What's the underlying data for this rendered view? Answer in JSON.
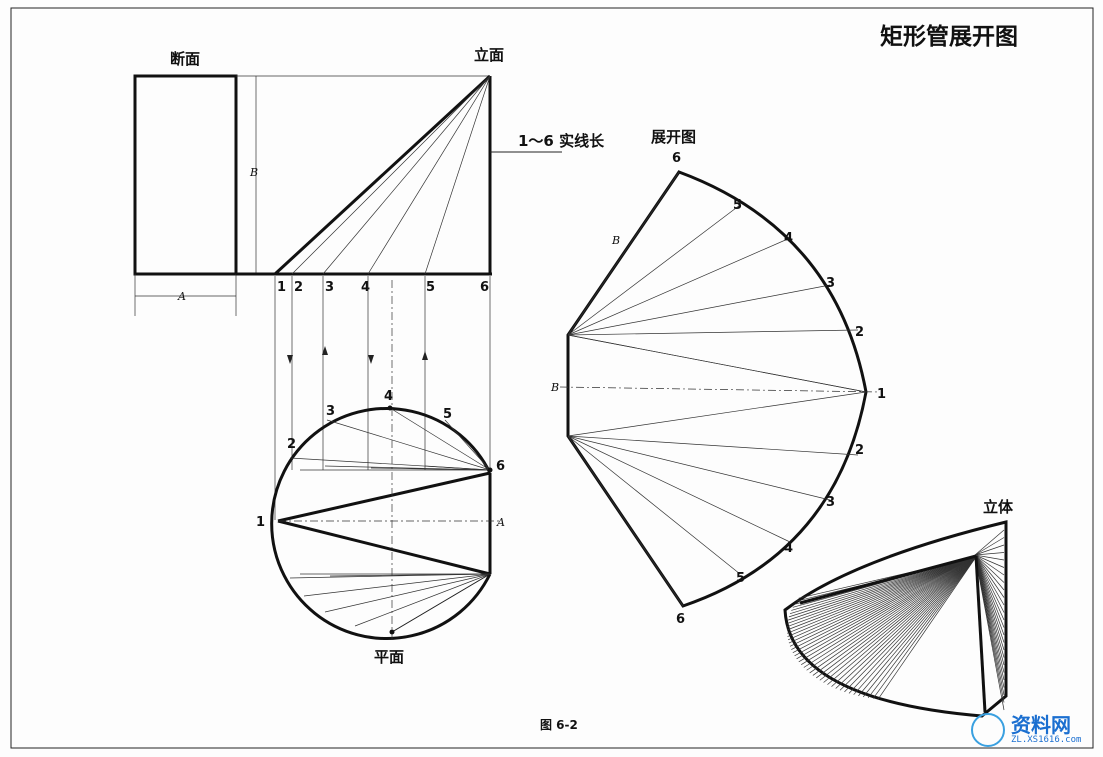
{
  "title": "矩形管展开图",
  "views": {
    "section": "断面",
    "elevation": "立面",
    "plan": "平面",
    "development": "展开图",
    "solid": "立体"
  },
  "annotation": "1～6 实线长",
  "dims": {
    "A": "A",
    "B": "B"
  },
  "elevation_points": [
    "1",
    "2",
    "3",
    "4",
    "5",
    "6"
  ],
  "plan_points": [
    "1",
    "2",
    "3",
    "4",
    "5",
    "6"
  ],
  "development_points": [
    "6",
    "5",
    "4",
    "3",
    "2",
    "1",
    "2",
    "3",
    "4",
    "5",
    "6"
  ],
  "caption": "图 6-2",
  "watermark": {
    "main": "资料网",
    "sub": "ZL.XS1616.com"
  }
}
